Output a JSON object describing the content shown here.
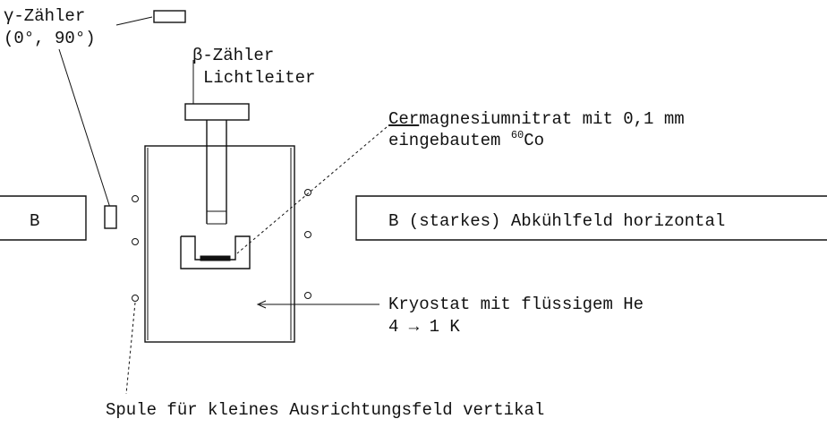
{
  "labels": {
    "gamma_counter_line1": "γ-Zähler",
    "gamma_counter_line2": "(0°, 90°)",
    "beta_counter_line1": "β-Zähler",
    "beta_counter_line2": "Lichtleiter",
    "crystal_line1_underlined": "Cer",
    "crystal_line1_rest": "magnesiumnitrat mit 0,1 mm",
    "crystal_line2_a": "eingebautem ",
    "crystal_line2_sup": "60",
    "crystal_line2_b": "Co",
    "magnet_left": "B",
    "magnet_right": "B (starkes) Abkühlfeld horizontal",
    "cryostat_line1": "Kryostat mit flüssigem He",
    "cryostat_line2": "4 → 1 K",
    "coil_label": "Spule für kleines Ausrichtungsfeld vertikal"
  }
}
